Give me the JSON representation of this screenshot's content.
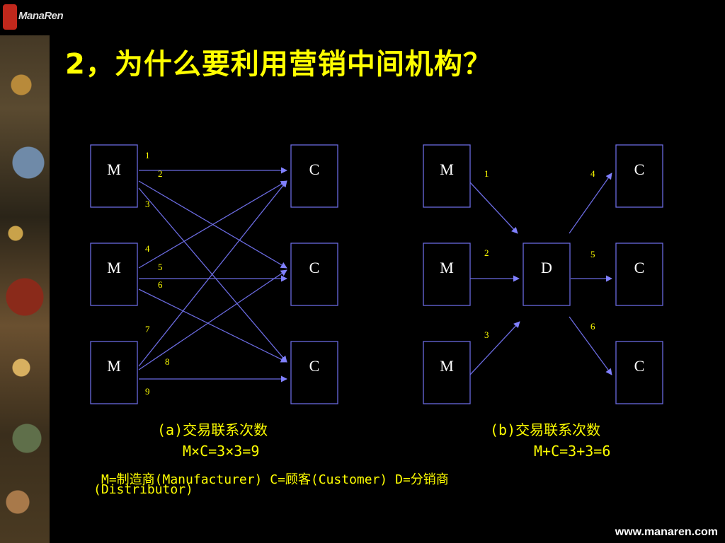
{
  "logo": {
    "text": "ManaRen"
  },
  "title": "2，为什么要利用营销中间机构？",
  "diagram_a": {
    "nodes": [
      {
        "id": "a_m1",
        "label": "M"
      },
      {
        "id": "a_m2",
        "label": "M"
      },
      {
        "id": "a_m3",
        "label": "M"
      },
      {
        "id": "a_c1",
        "label": "C"
      },
      {
        "id": "a_c2",
        "label": "C"
      },
      {
        "id": "a_c3",
        "label": "C"
      }
    ],
    "edges": [
      {
        "from": "a_m1",
        "to": "a_c1",
        "label": "1"
      },
      {
        "from": "a_m1",
        "to": "a_c2",
        "label": "2"
      },
      {
        "from": "a_m1",
        "to": "a_c3",
        "label": "3"
      },
      {
        "from": "a_m2",
        "to": "a_c1",
        "label": "4"
      },
      {
        "from": "a_m2",
        "to": "a_c2",
        "label": "5"
      },
      {
        "from": "a_m2",
        "to": "a_c3",
        "label": "6"
      },
      {
        "from": "a_m3",
        "to": "a_c1",
        "label": "7"
      },
      {
        "from": "a_m3",
        "to": "a_c2",
        "label": "8"
      },
      {
        "from": "a_m3",
        "to": "a_c3",
        "label": "9"
      }
    ],
    "caption_line1": "(a)交易联系次数",
    "caption_line2": "M×C=3×3=9"
  },
  "diagram_b": {
    "nodes": [
      {
        "id": "b_m1",
        "label": "M"
      },
      {
        "id": "b_m2",
        "label": "M"
      },
      {
        "id": "b_m3",
        "label": "M"
      },
      {
        "id": "b_d",
        "label": "D"
      },
      {
        "id": "b_c1",
        "label": "C"
      },
      {
        "id": "b_c2",
        "label": "C"
      },
      {
        "id": "b_c3",
        "label": "C"
      }
    ],
    "edges": [
      {
        "from": "b_m1",
        "to": "b_d",
        "label": "1"
      },
      {
        "from": "b_m2",
        "to": "b_d",
        "label": "2"
      },
      {
        "from": "b_m3",
        "to": "b_d",
        "label": "3"
      },
      {
        "from": "b_d",
        "to": "b_c1",
        "label": "4"
      },
      {
        "from": "b_d",
        "to": "b_c2",
        "label": "5"
      },
      {
        "from": "b_d",
        "to": "b_c3",
        "label": "6"
      }
    ],
    "caption_line1": "(b)交易联系次数",
    "caption_line2": "M+C=3+3=6"
  },
  "legend": {
    "line1": "M=制造商(Manufacturer)   C=顾客(Customer)  D=分销商",
    "line2": "(Distributor)"
  },
  "footer": {
    "url": "www.manaren.com"
  },
  "colors": {
    "title": "#ffff00",
    "edge": "#6a6adf",
    "node_border": "#6a6adf",
    "background": "#000000"
  }
}
